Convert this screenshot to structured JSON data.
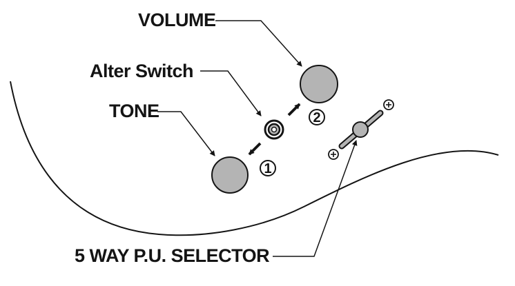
{
  "labels": {
    "volume": "VOLUME",
    "alter_switch": "Alter Switch",
    "tone": "TONE",
    "selector": "5 WAY P.U. SELECTOR"
  },
  "positions": {
    "one": "1",
    "two": "2"
  },
  "colors": {
    "line": "#141414",
    "knob_fill": "#b4b4b4",
    "background": "#ffffff"
  },
  "icons": {
    "volume_knob": "circle-knob",
    "tone_knob": "circle-knob",
    "alter_switch": "concentric-rings",
    "selector_screws": "plus-screw"
  }
}
